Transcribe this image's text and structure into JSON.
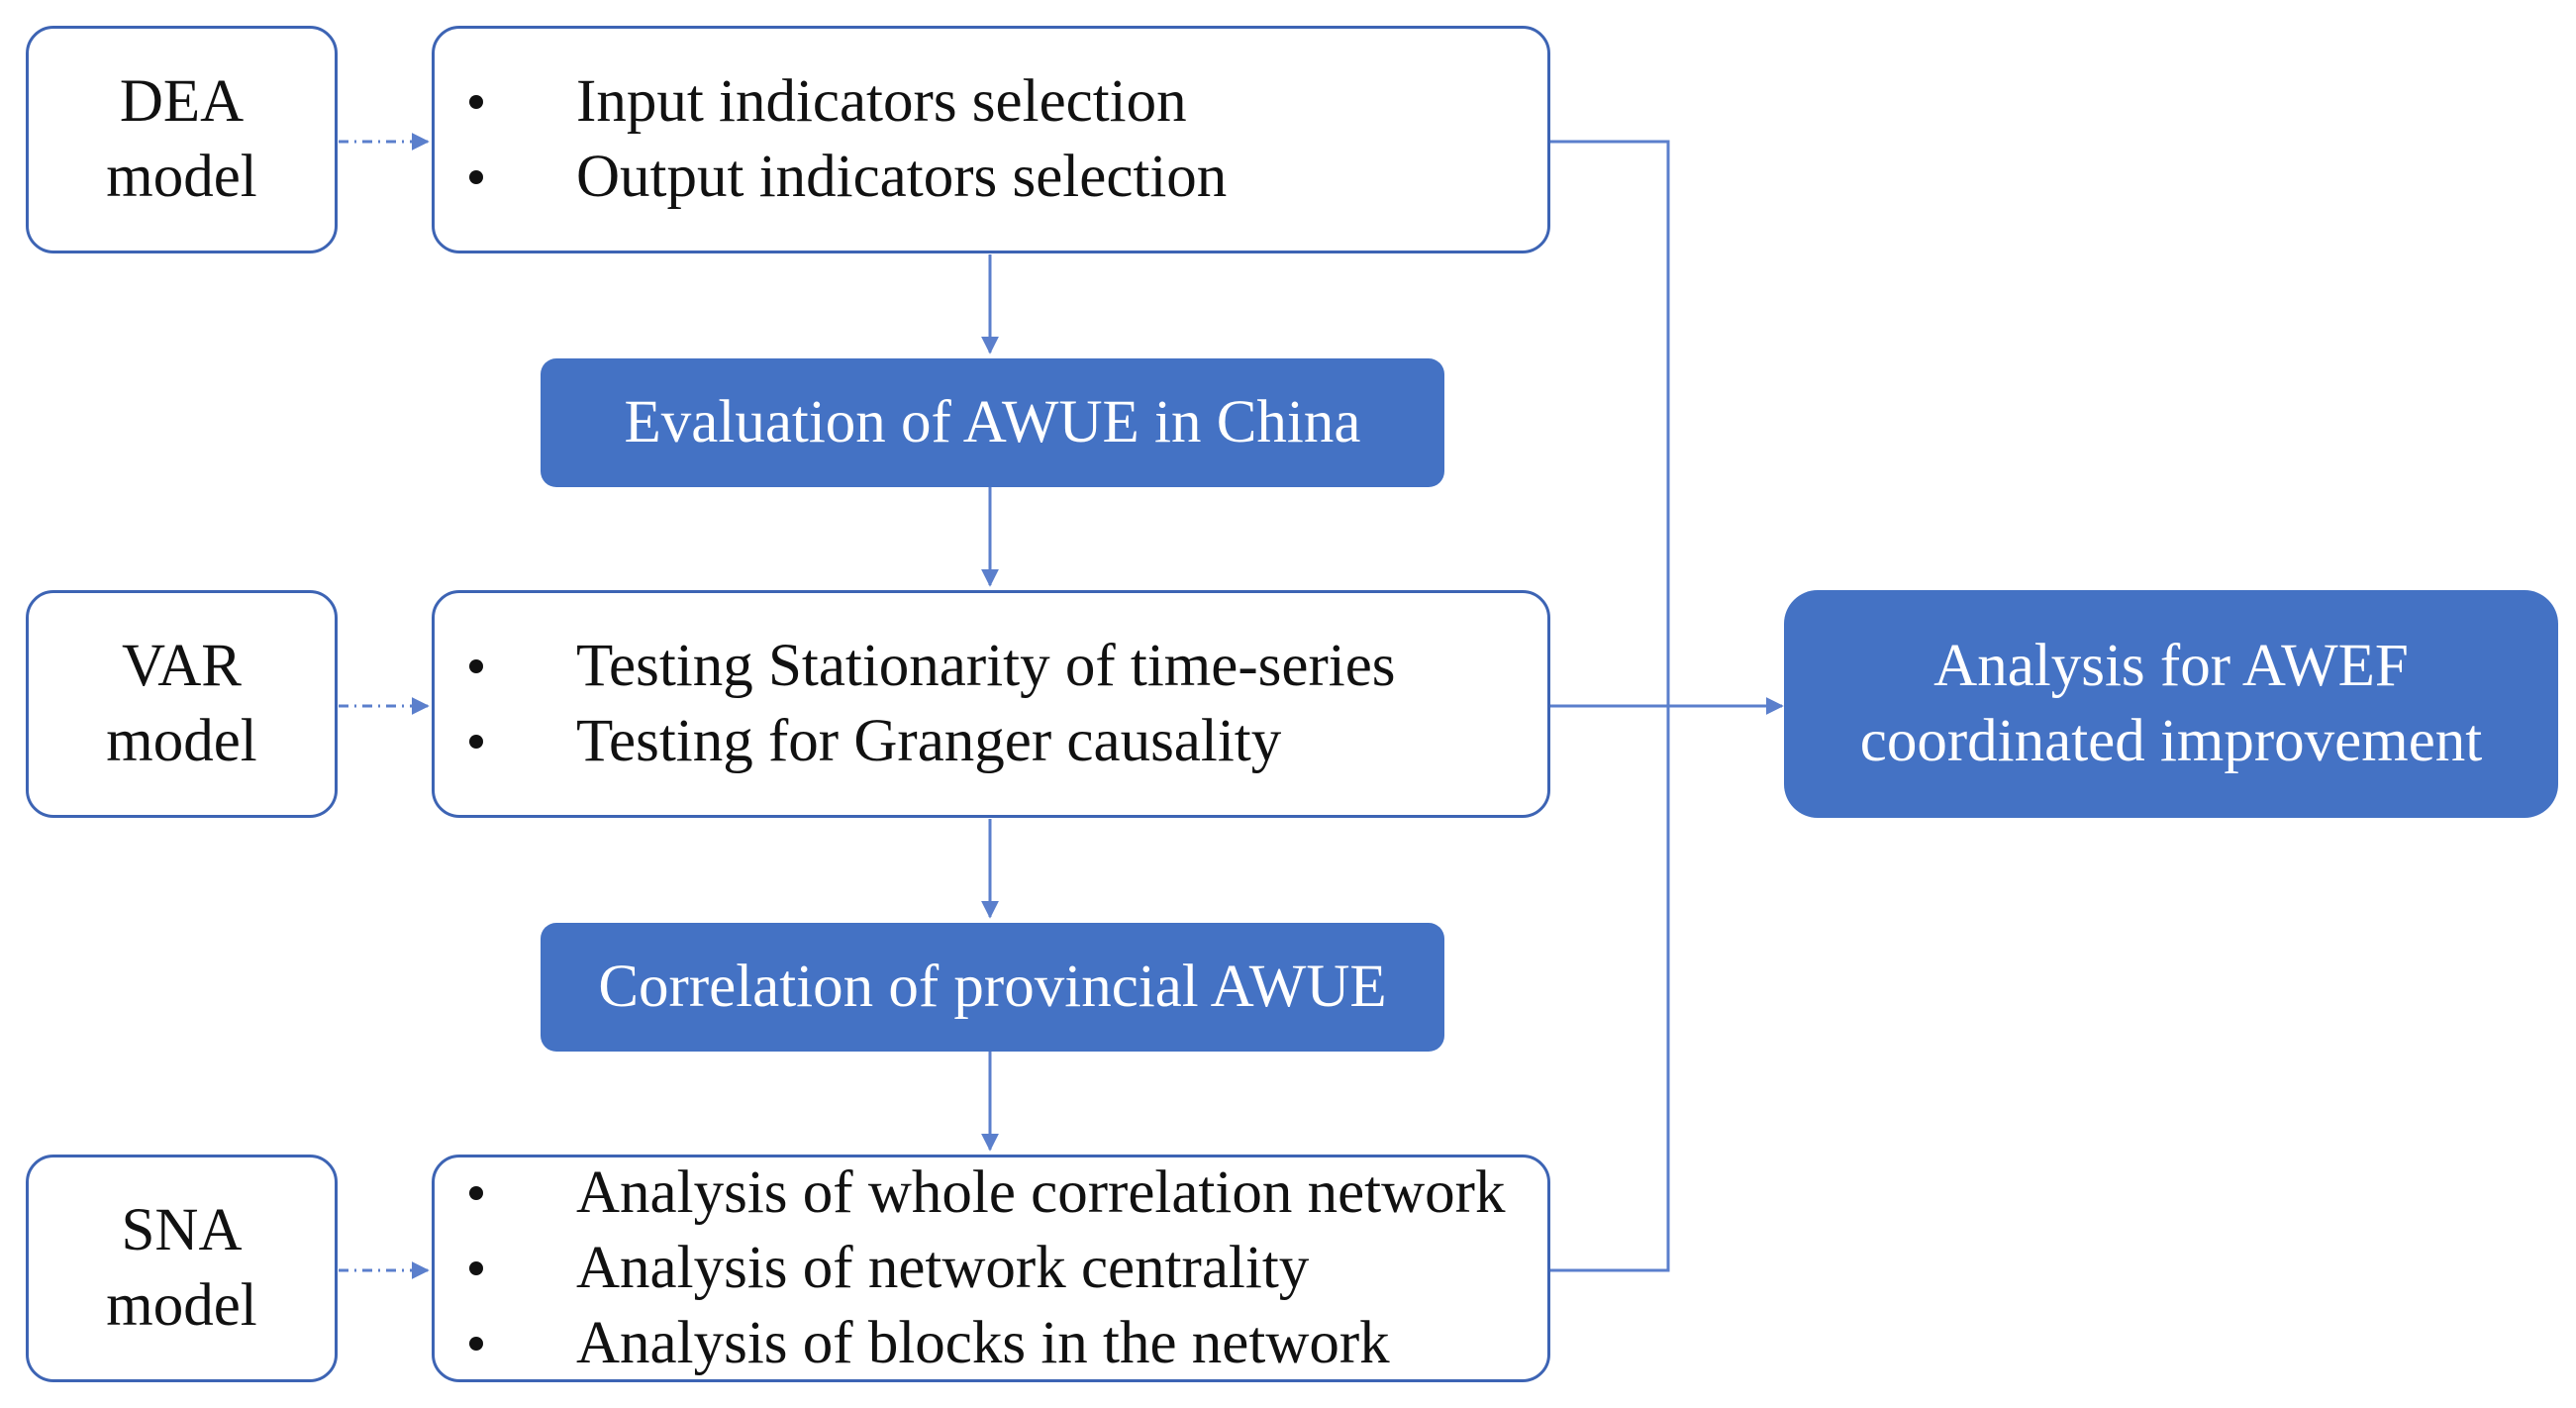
{
  "colors": {
    "accent": "#4472c4",
    "border": "#3d64b4",
    "connector": "#5b7fcc",
    "text": "#111111",
    "inverse_text": "#ffffff"
  },
  "models": {
    "dea": {
      "line1": "DEA",
      "line2": "model"
    },
    "var": {
      "line1": "VAR",
      "line2": "model"
    },
    "sna": {
      "line1": "SNA",
      "line2": "model"
    }
  },
  "steps": {
    "dea": {
      "items": [
        "Input indicators selection",
        "Output indicators selection"
      ]
    },
    "var": {
      "items": [
        "Testing Stationarity of time-series",
        "Testing for Granger causality"
      ]
    },
    "sna": {
      "items": [
        "Analysis of whole correlation network",
        "Analysis of network centrality",
        "Analysis of blocks in the network"
      ]
    }
  },
  "outcomes": {
    "evaluation": "Evaluation of AWUE in China",
    "correlation": "Correlation of provincial AWUE"
  },
  "result": {
    "line1": "Analysis for AWEF",
    "line2": "coordinated improvement"
  }
}
